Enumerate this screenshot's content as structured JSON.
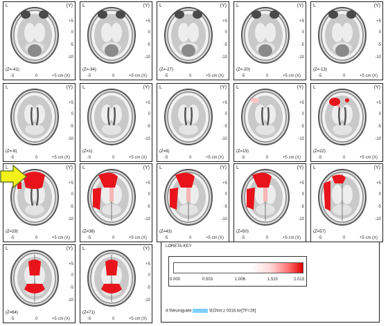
{
  "panels": [
    {
      "z": "(Z=-41)",
      "blobs": []
    },
    {
      "z": "(Z=-34)",
      "blobs": []
    },
    {
      "z": "(Z=-27)",
      "blobs": []
    },
    {
      "z": "(Z=-20)",
      "blobs": []
    },
    {
      "z": "(Z=-13)",
      "blobs": []
    },
    {
      "z": "(Z=-6)",
      "blobs": []
    },
    {
      "z": "(Z=1)",
      "blobs": []
    },
    {
      "z": "(Z=8)",
      "blobs": []
    },
    {
      "z": "(Z=15)",
      "blobs": [
        "faint"
      ]
    },
    {
      "z": "(Z=22)",
      "blobs": [
        "small"
      ]
    },
    {
      "z": "(Z=29)",
      "blobs": [
        "front"
      ]
    },
    {
      "z": "(Z=36)",
      "blobs": [
        "front-left"
      ]
    },
    {
      "z": "(Z=43)",
      "blobs": [
        "front-left"
      ]
    },
    {
      "z": "(Z=50)",
      "blobs": [
        "front-left"
      ]
    },
    {
      "z": "(Z=57)",
      "blobs": [
        "left"
      ]
    },
    {
      "z": "(Z=64)",
      "blobs": [
        "center"
      ]
    },
    {
      "z": "(Z=71)",
      "blobs": [
        "center"
      ]
    }
  ],
  "labels": {
    "left": "L",
    "y_axis": "(Y)",
    "x_axis": "(X)",
    "y_ticks": [
      "+5",
      "0",
      "-5",
      "-10"
    ],
    "x_ticks": [
      "-5",
      "0",
      "+5 cm"
    ]
  },
  "legend": {
    "title": "LORETA-KEY",
    "values": [
      "0.000",
      "0.503",
      "1.006",
      "1.510",
      "2.013"
    ],
    "path_prefix": "d:\\Neuroguide",
    "path_suffix": "\\EO\\lor.z 0318.lor[TF=26]"
  },
  "colors": {
    "activation": "#e8141c",
    "arrow": "#f2f21a",
    "arrow_edge": "#6b7d2a"
  },
  "icons": {
    "pointer": "arrow-right-icon"
  }
}
